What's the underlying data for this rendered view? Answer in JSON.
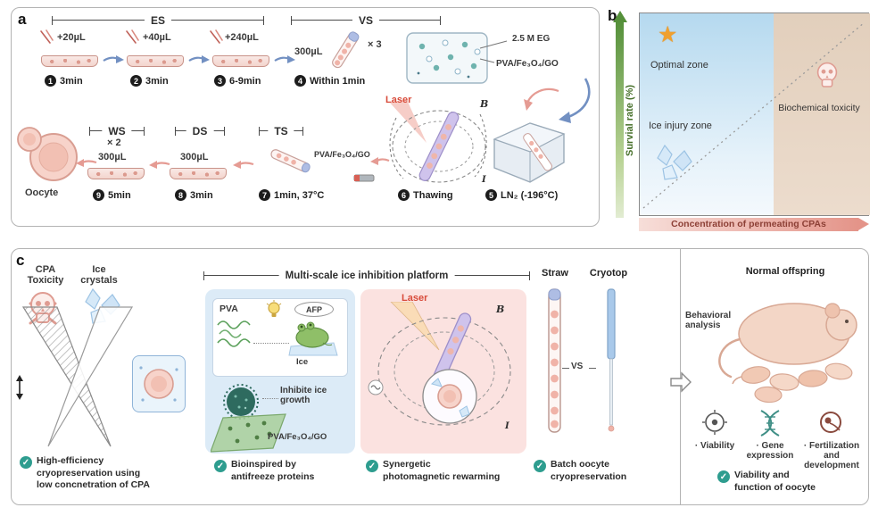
{
  "icons": {
    "check": "✓",
    "star": "★"
  },
  "colors": {
    "check_teal": "#2e9d8f",
    "laser_red": "#d84b3a",
    "arrow_blue": "#7290c2",
    "arrow_pink": "#e59b93",
    "axis_green": "#55903a",
    "axis_pink": "#e49489",
    "zone_blue": "#b5d9ef",
    "zone_tan": "#e2cfbc"
  },
  "panel_a": {
    "label": "a",
    "es": "ES",
    "vs": "VS",
    "s1": {
      "n": "1",
      "vol": "+20µL",
      "time": "3min"
    },
    "s2": {
      "n": "2",
      "vol": "+40µL",
      "time": "3min"
    },
    "s3": {
      "n": "3",
      "vol": "+240µL",
      "time": "6-9min"
    },
    "s4": {
      "n": "4",
      "vol": "300µL",
      "mult": "× 3",
      "time": "Within 1min"
    },
    "legend": {
      "eg": "2.5 M EG",
      "pva": "PVA/Fe₃O₄/GO"
    },
    "oocyte": "Oocyte",
    "ws": "WS",
    "ws_mult": "× 2",
    "ds": "DS",
    "ts": "TS",
    "s9": {
      "n": "9",
      "vol": "300µL",
      "time": "5min"
    },
    "s8": {
      "n": "8",
      "vol": "300µL",
      "time": "3min"
    },
    "s7": {
      "n": "7",
      "time": "1min, 37°C",
      "pva": "PVA/Fe₃O₄/GO"
    },
    "s6": {
      "n": "6",
      "time": "Thawing",
      "laser": "Laser",
      "b": "B",
      "i": "I"
    },
    "s5": {
      "n": "5",
      "time": "LN₂ (-196°C)"
    }
  },
  "panel_b": {
    "label": "b",
    "ylabel": "Survial rate (%)",
    "xlabel": "Concentration of permeating CPAs",
    "optimal_zone": "Optimal zone",
    "ice_injury_zone": "Ice injury zone",
    "toxicity_zone": "Biochemical toxicity"
  },
  "panel_c": {
    "label": "c",
    "cpa": "CPA\nToxicity",
    "ice_crystals": "Ice\ncrystals",
    "platform": "Multi-scale ice inhibition platform",
    "pva": "PVA",
    "afp": "AFP",
    "ice": "Ice",
    "inhibit": "Inhibite ice\ngrowth",
    "sheet": "PVA/Fe₃O₄/GO",
    "laser": "Laser",
    "b": "B",
    "i": "I",
    "straw": "Straw",
    "cryotop": "Cryotop",
    "vs": "VS",
    "offspring": "Normal offspring",
    "behavior": "Behavioral\nanalysis",
    "viability": "· Viability",
    "gene": "· Gene\nexpression",
    "fertilization": "· Fertilization\nand development",
    "check1": "High-efficiency\ncryopreservation using\nlow concnetration of CPA",
    "check2": "Bioinspired by\nantifreeze proteins",
    "check3": "Synergetic\nphotomagnetic rewarming",
    "check4": "Batch oocyte\ncryopreservation",
    "check5": "Viability and\nfunction of oocyte"
  }
}
